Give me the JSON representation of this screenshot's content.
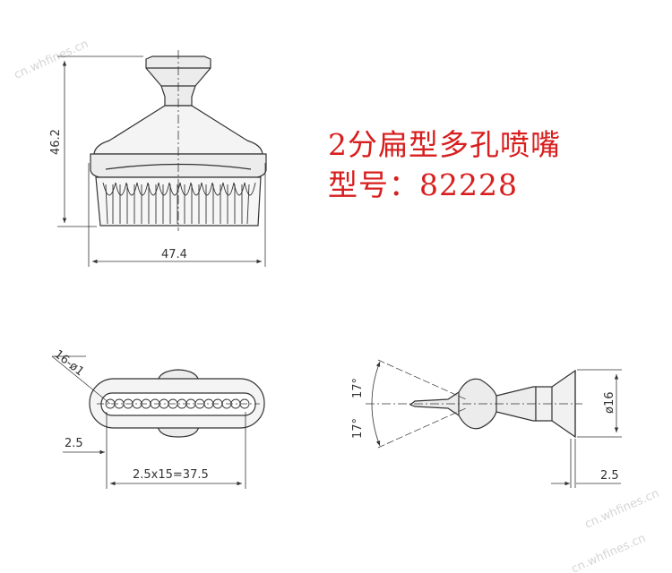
{
  "title": {
    "line1": "2分扁型多孔喷嘴",
    "line2": "型号：82228"
  },
  "dimensions": {
    "height": "46.2",
    "width": "47.4",
    "holes": "16-ø1",
    "pitch_offset": "2.5",
    "pitch_total": "2.5x15=37.5",
    "angle_upper": "17°",
    "angle_lower": "17°",
    "diameter": "ø16",
    "flange": "2.5"
  },
  "watermark": {
    "top": "cn.whfines.cn",
    "bottom": "cn.whfines.cn",
    "corner": "cn.whfines.cn"
  },
  "colors": {
    "title": "#d81e1e",
    "line": "#333333",
    "fill": "#ececec"
  }
}
